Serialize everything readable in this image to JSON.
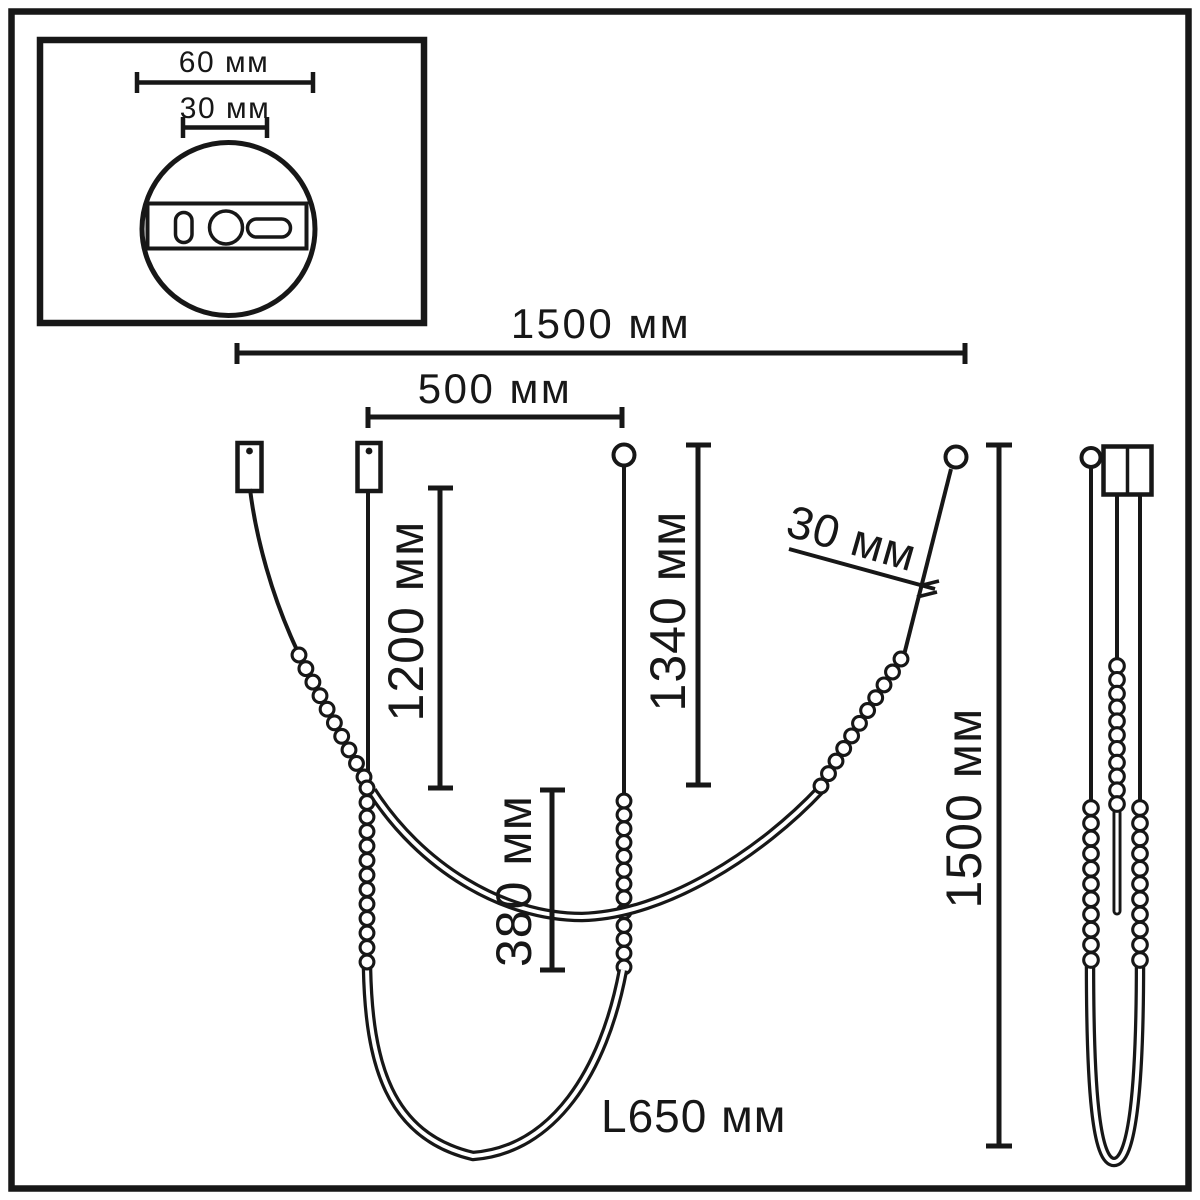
{
  "page": {
    "background": "#ffffff",
    "ink": "#171717"
  },
  "inset": {
    "canopy_width_label": "60 мм",
    "canopy_inner_width_label": "30 мм"
  },
  "front_view": {
    "total_width_label": "1500 мм",
    "mount_spacing_label": "500 мм",
    "left_suspension_label": "1200 мм",
    "middle_suspension_label": "1340 мм",
    "drop_length_label": "380 мм",
    "tip_segment_label": "30 мм",
    "tube_length_label": "L650 мм"
  },
  "side_view": {
    "total_height_label": "1500 мм"
  }
}
